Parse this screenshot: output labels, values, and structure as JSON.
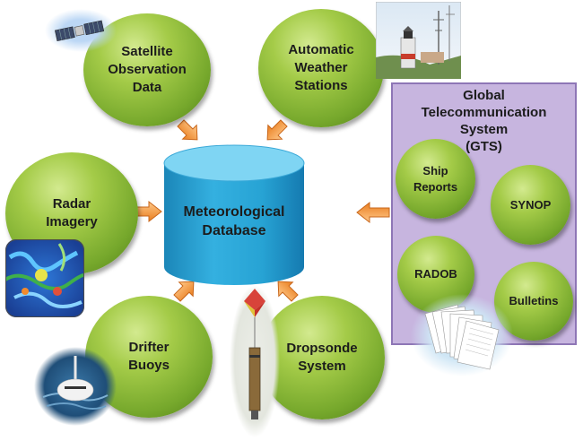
{
  "center": {
    "label": "Meteorological\nDatabase"
  },
  "nodes": {
    "satellite": "Satellite\nObservation\nData",
    "weather": "Automatic\nWeather\nStations",
    "radar": "Radar\nImagery",
    "drifter": "Drifter\nBuoys",
    "dropsonde": "Dropsonde\nSystem"
  },
  "gts": {
    "title": "Global\nTelecommunication\nSystem\n(GTS)",
    "items": {
      "ship": "Ship\nReports",
      "synop": "SYNOP",
      "radob": "RADOB",
      "bulletins": "Bulletins"
    }
  },
  "colors": {
    "node_green": "#8dbb3c",
    "database_blue": "#2a9fd0",
    "gts_purple": "#c7b5df",
    "arrow_orange": "#f08a2c"
  },
  "icons": [
    "satellite-icon",
    "weather-station-photo",
    "radar-map-image",
    "buoy-photo",
    "dropsonde-photo",
    "bulletin-papers-icon"
  ]
}
